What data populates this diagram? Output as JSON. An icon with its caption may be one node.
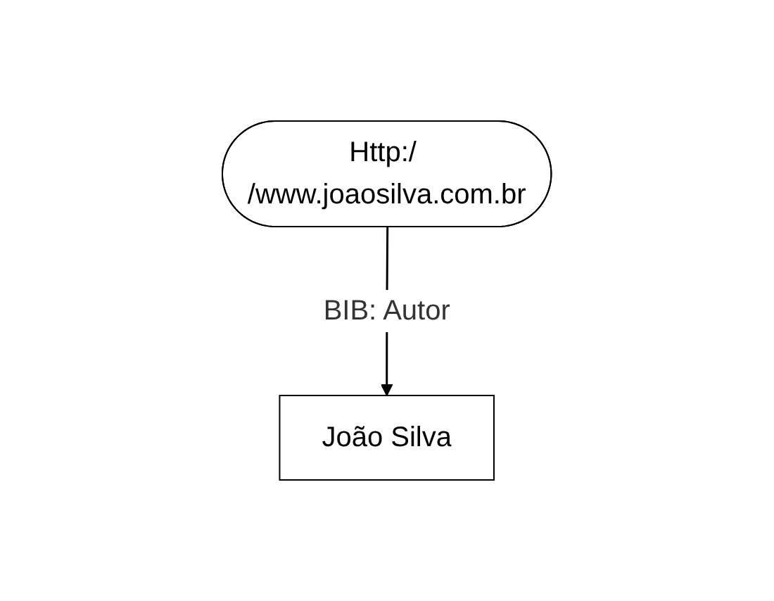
{
  "diagram": {
    "nodes": [
      {
        "text": [
          "Http:/ /www.joaosilva.com.br"
        ]
      },
      {
        "text": [
          "João Silva"
        ]
      }
    ],
    "edges": [
      {
        "from": 0,
        "to": 1,
        "arrow": "to",
        "label": "BIB: Autor"
      }
    ]
  }
}
